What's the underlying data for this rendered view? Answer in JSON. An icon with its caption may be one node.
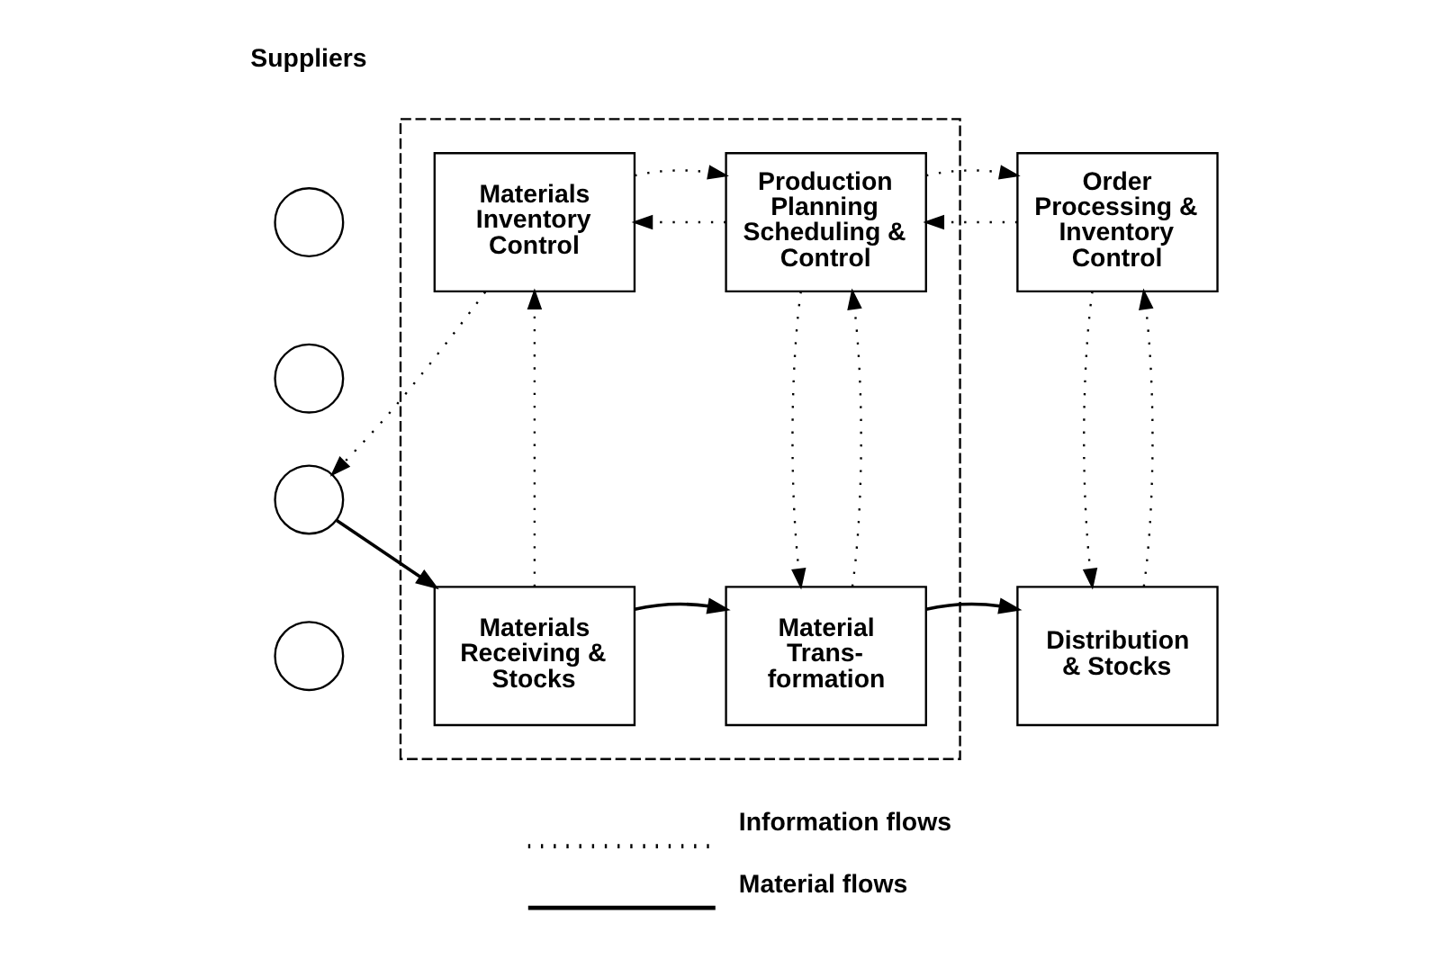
{
  "diagram": {
    "nodes": [
      {
        "text": [],
        "shape": "box"
      },
      {
        "text": [],
        "shape": "circle"
      },
      {
        "text": [],
        "shape": "circle"
      },
      {
        "text": [],
        "shape": "circle"
      },
      {
        "text": [],
        "shape": "circle"
      },
      {
        "text": [
          "Materials Inventory Control"
        ],
        "in": 0
      },
      {
        "text": [
          "Production Planning Scheduling & Control"
        ],
        "in": 0
      },
      {
        "text": [
          "Order Processing & Inventory Control"
        ]
      },
      {
        "text": [
          "Materials Receiving & Stocks"
        ],
        "in": 0
      },
      {
        "text": [
          "Material Trans- formation"
        ],
        "in": 0
      },
      {
        "text": [
          "Distribution & Stocks"
        ]
      }
    ],
    "edges": [
      {
        "from": 6,
        "to": 5,
        "arrow": "to",
        "style": "dashed"
      },
      {
        "from": 5,
        "to": 6,
        "arrow": "to",
        "style": "dashed"
      },
      {
        "from": 7,
        "to": 6,
        "arrow": "to",
        "style": "dashed"
      },
      {
        "from": 6,
        "to": 7,
        "arrow": "to",
        "style": "dashed"
      },
      {
        "from": 5,
        "to": 3,
        "arrow": "to",
        "style": "dashed"
      },
      {
        "from": 8,
        "to": 5,
        "arrow": "to",
        "style": "dashed"
      },
      {
        "from": 9,
        "to": 6,
        "arrow": "to",
        "style": "dashed"
      },
      {
        "from": 6,
        "to": 9,
        "arrow": "to",
        "style": "dashed"
      },
      {
        "from": 10,
        "to": 7,
        "arrow": "to",
        "style": "dashed"
      },
      {
        "from": 7,
        "to": 10,
        "arrow": "to",
        "style": "dashed"
      },
      {
        "from": 3,
        "to": 8,
        "arrow": "to"
      },
      {
        "from": 8,
        "to": 9,
        "arrow": "to"
      },
      {
        "from": 9,
        "to": 10,
        "arrow": "to"
      }
    ],
    "labels": [
      "Suppliers"
    ],
    "legend": [
      {
        "text": "Information flows"
      },
      {
        "text": "Material flows"
      }
    ]
  }
}
